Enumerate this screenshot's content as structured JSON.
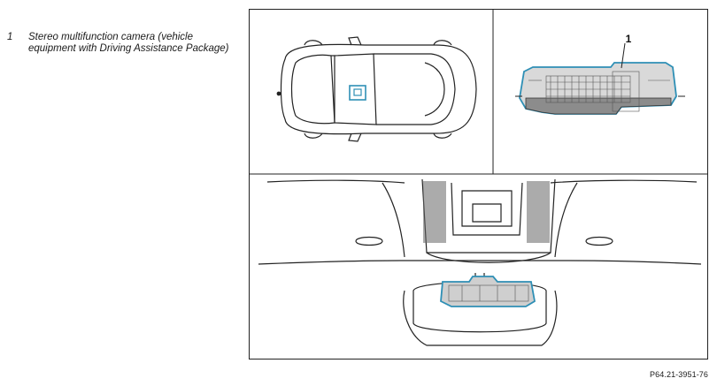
{
  "legend": {
    "items": [
      {
        "number": "1",
        "text": "Stereo multifunction camera (vehicle equipment with Driving Assistance Package)"
      }
    ]
  },
  "callouts": {
    "camera_label": "1"
  },
  "figure": {
    "reference_code": "P64.21-3951-76"
  },
  "colors": {
    "camera_outline": "#2e8fb5",
    "line": "#222222"
  }
}
